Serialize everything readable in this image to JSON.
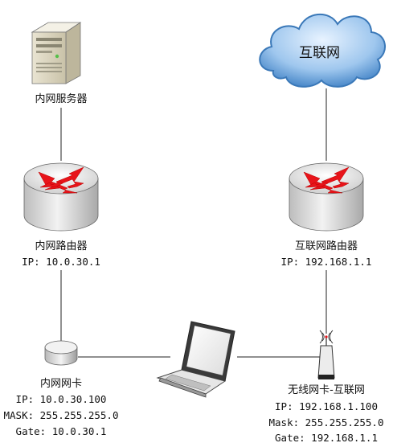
{
  "nodes": {
    "server": {
      "label": "内网服务器"
    },
    "internet": {
      "label": "互联网"
    },
    "lan_router": {
      "label": "内网路由器",
      "ip": "IP: 10.0.30.1"
    },
    "wan_router": {
      "label": "互联网路由器",
      "ip": "IP: 192.168.1.1"
    },
    "lan_nic": {
      "label": "内网网卡",
      "ip": "IP: 10.0.30.100",
      "mask": "MASK: 255.255.255.0",
      "gate": "Gate: 10.0.30.1"
    },
    "wifi_nic": {
      "label": "无线网卡-互联网",
      "ip": "IP: 192.168.1.100",
      "mask": "Mask: 255.255.255.0",
      "gate": "Gate: 192.168.1.1"
    }
  },
  "colors": {
    "router_arrow": "#e8141a",
    "cloud": "#5fa0d8",
    "device_gray": "#d9d9d9"
  }
}
